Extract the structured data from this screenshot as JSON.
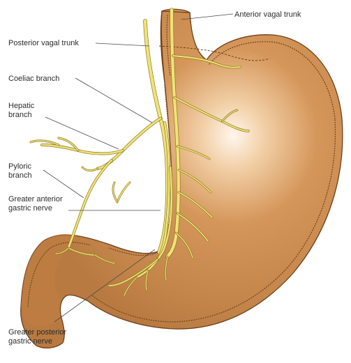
{
  "labels": {
    "anterior_vagal_trunk": "Anterior vagal trunk",
    "posterior_vagal_trunk": "Posterior vagal trunk",
    "coeliac_branch": "Coeliac branch",
    "hepatic_branch_line1": "Hepatic",
    "hepatic_branch_line2": "branch",
    "pyloric_branch_line1": "Pyloric",
    "pyloric_branch_line2": "branch",
    "greater_anterior_line1": "Greater anterior",
    "greater_anterior_line2": "gastric nerve",
    "greater_posterior_line1": "Greater posterior",
    "greater_posterior_line2": "gastric nerve"
  },
  "colors": {
    "stomach_fill": "#c98a4e",
    "stomach_highlight": "#fbeee0",
    "stomach_outline": "#6e3f17",
    "nerve_fill": "#e8d35a",
    "nerve_outline": "#8a7a1e",
    "label_text": "#2b2b2b",
    "background": "#ffffff"
  }
}
